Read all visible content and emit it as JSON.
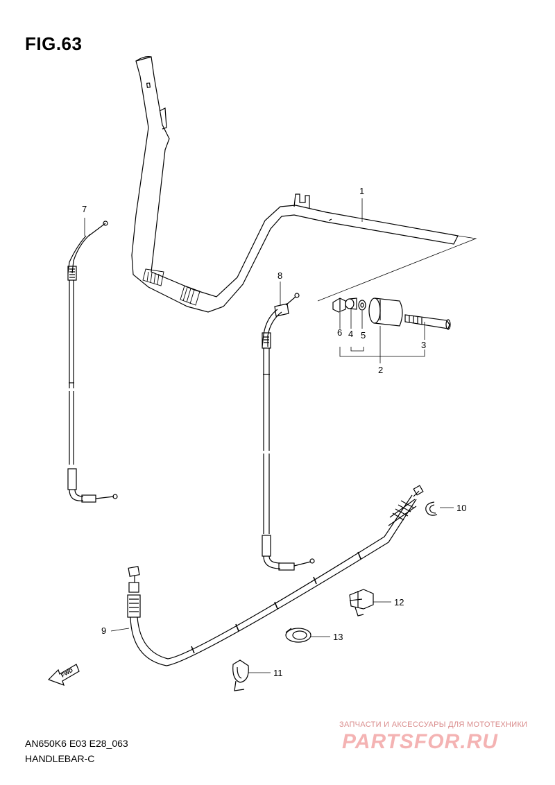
{
  "figure": {
    "title": "FIG.63",
    "model_code": "AN650K6 E03 E28_063",
    "section": "HANDLEBAR-C"
  },
  "callouts": [
    "1",
    "2",
    "3",
    "4",
    "5",
    "6",
    "7",
    "8",
    "9",
    "10",
    "11",
    "12",
    "13"
  ],
  "direction_label": "FWD",
  "watermark": {
    "tagline": "ЗАПЧАСТИ И АКСЕССУАРЫ ДЛЯ МОТОТЕХНИКИ",
    "logo": "PARTSFOR.RU"
  },
  "colors": {
    "line": "#000000",
    "watermark": "#f4b3b3"
  }
}
